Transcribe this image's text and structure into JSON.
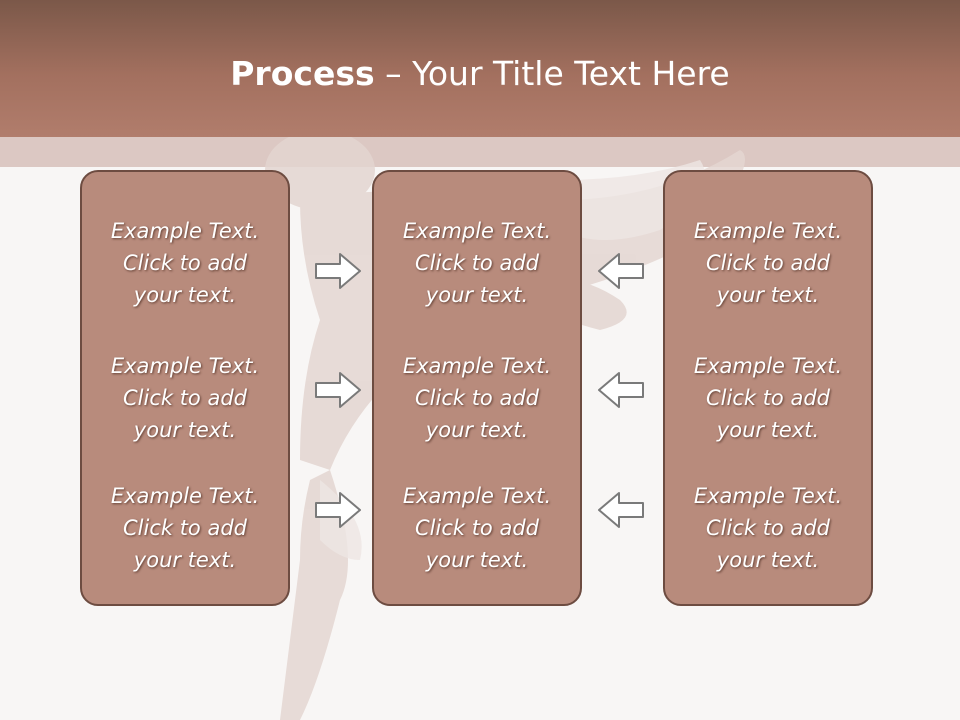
{
  "header": {
    "title_bold": "Process",
    "title_rest": " – Your Title Text Here"
  },
  "columns": [
    {
      "items": [
        {
          "line1": "Example Text.",
          "line2": "Click  to add",
          "line3": "your text."
        },
        {
          "line1": "Example Text.",
          "line2": "Click  to add",
          "line3": "your text."
        },
        {
          "line1": "Example Text.",
          "line2": "Click  to add",
          "line3": "your text."
        }
      ]
    },
    {
      "items": [
        {
          "line1": "Example Text.",
          "line2": "Click  to add",
          "line3": "your text."
        },
        {
          "line1": "Example Text.",
          "line2": "Click  to add",
          "line3": "your text."
        },
        {
          "line1": "Example Text.",
          "line2": "Click  to add",
          "line3": "your text."
        }
      ]
    },
    {
      "items": [
        {
          "line1": "Example Text.",
          "line2": "Click  to add",
          "line3": "your text."
        },
        {
          "line1": "Example Text.",
          "line2": "Click  to add",
          "line3": "your text."
        },
        {
          "line1": "Example Text.",
          "line2": "Click  to add",
          "line3": "your text."
        }
      ]
    }
  ],
  "arrows": {
    "left_to_center": "right-arrow-icon",
    "right_to_center": "left-arrow-icon"
  },
  "colors": {
    "header": "#a3705f",
    "box_fill": "#b88b7c",
    "box_border": "#6d4c41",
    "arrow_outline": "#7a7a7a"
  }
}
